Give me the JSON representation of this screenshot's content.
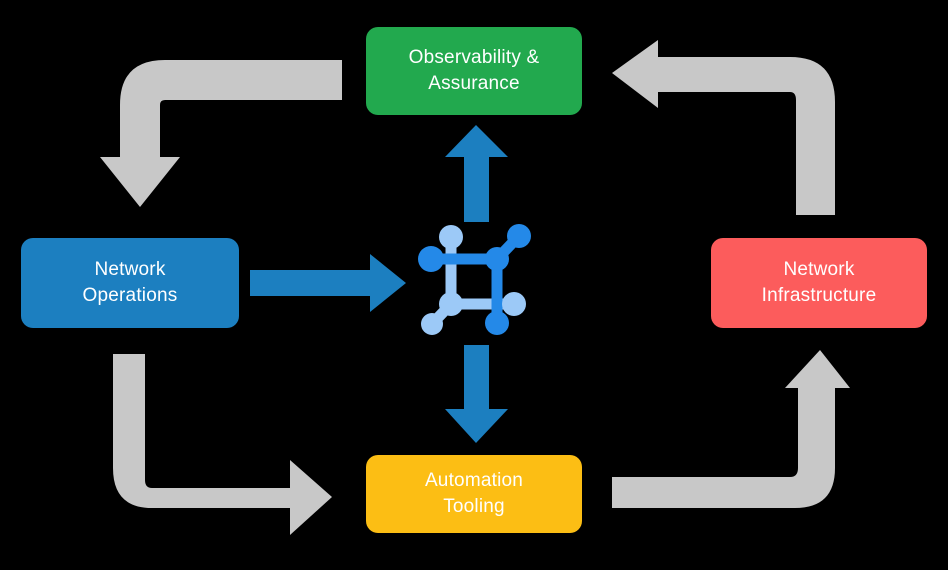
{
  "diagram": {
    "title": "Network operations lifecycle cycle diagram",
    "background_color": "#000000",
    "center_icon": {
      "name": "network-topology-icon",
      "node_color_primary": "#2489E8",
      "node_color_secondary": "#9CC9F7"
    },
    "boxes": [
      {
        "id": "observability",
        "label": "Observability &\nAssurance",
        "color": "#22A94E",
        "text_color": "#FFFFFF"
      },
      {
        "id": "operations",
        "label": "Network\nOperations",
        "color": "#1C7FC0",
        "text_color": "#FFFFFF"
      },
      {
        "id": "infrastructure",
        "label": "Network\nInfrastructure",
        "color": "#FC5C5C",
        "text_color": "#FFFFFF"
      },
      {
        "id": "automation",
        "label": "Automation\nTooling",
        "color": "#FCBE14",
        "text_color": "#FFFFFF"
      }
    ],
    "connectors": [
      {
        "id": "operations-to-center",
        "name": "arrow-operations-to-center",
        "direction": "right",
        "color": "#1C7FC0",
        "style": "straight"
      },
      {
        "id": "center-to-observability",
        "name": "arrow-center-to-observability",
        "direction": "up",
        "color": "#1C7FC0",
        "style": "straight"
      },
      {
        "id": "center-to-automation",
        "name": "arrow-center-to-automation",
        "direction": "down",
        "color": "#1C7FC0",
        "style": "straight"
      },
      {
        "id": "observability-to-operations",
        "name": "arrow-observability-to-operations",
        "direction": "down",
        "color": "#C8C8C8",
        "style": "elbow"
      },
      {
        "id": "infrastructure-to-observability",
        "name": "arrow-infrastructure-to-observability",
        "direction": "left",
        "color": "#C8C8C8",
        "style": "elbow"
      },
      {
        "id": "operations-to-automation",
        "name": "arrow-operations-to-automation",
        "direction": "right",
        "color": "#C8C8C8",
        "style": "elbow"
      },
      {
        "id": "automation-to-infrastructure",
        "name": "arrow-automation-to-infrastructure",
        "direction": "up",
        "color": "#C8C8C8",
        "style": "elbow"
      }
    ]
  }
}
